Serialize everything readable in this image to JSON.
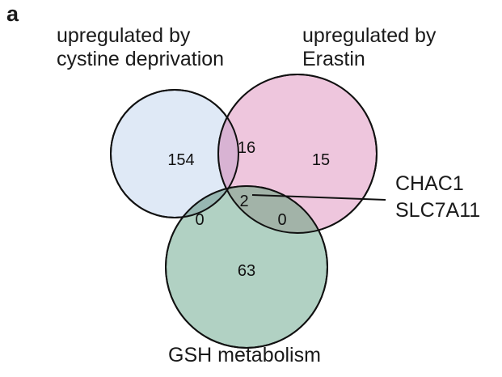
{
  "panel_label": "a",
  "sets": {
    "a": {
      "label_line1": "upregulated by",
      "label_line2": "cystine deprivation",
      "color": "#dfe9f6"
    },
    "b": {
      "label_line1": "upregulated by",
      "label_line2": "Erastin",
      "color": "#eec6dd"
    },
    "c": {
      "label": "GSH metabolism",
      "color": "#b1d1c3"
    }
  },
  "regions": {
    "a_only": "154",
    "b_only": "15",
    "c_only": "63",
    "a_b": "16",
    "a_c": "0",
    "b_c": "0",
    "a_b_c": "2"
  },
  "callout": {
    "genes": [
      "CHAC1",
      "SLC7A11"
    ]
  }
}
